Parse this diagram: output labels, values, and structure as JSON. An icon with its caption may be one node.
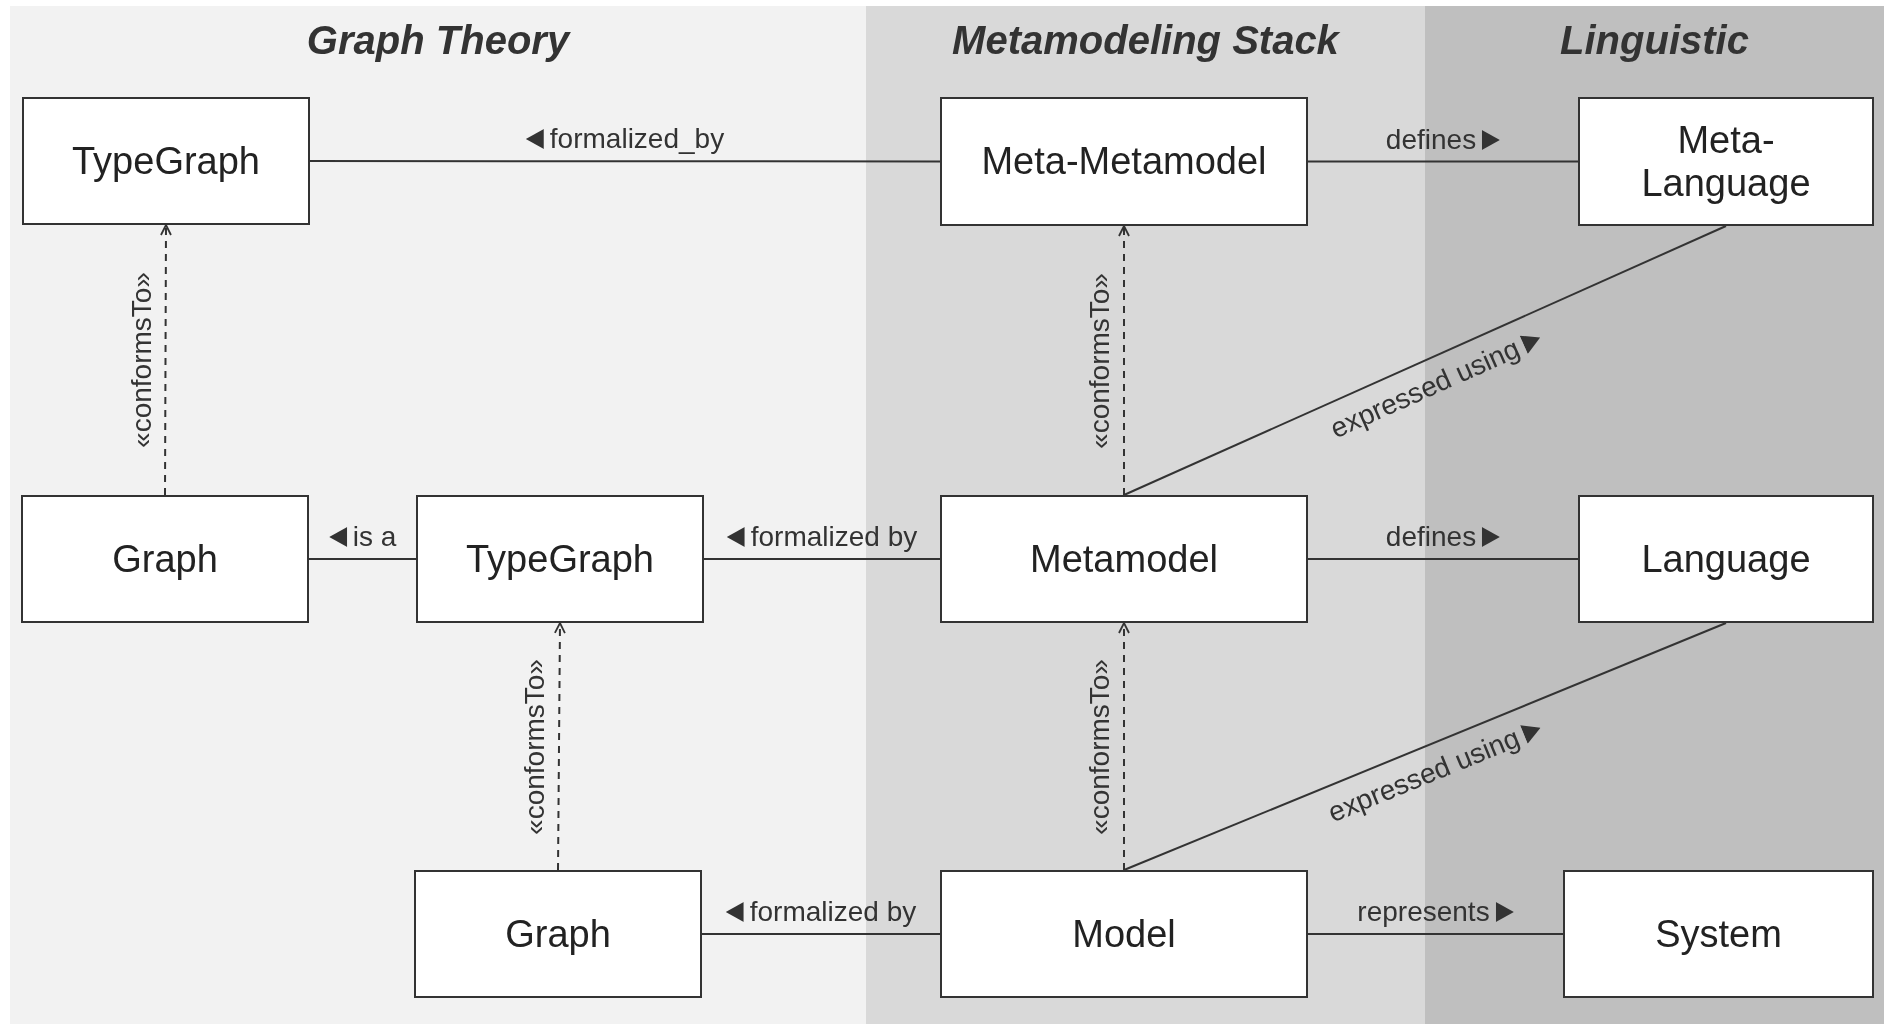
{
  "diagram": {
    "nodes": [
      {
        "text": [
          "Graph Theory"
        ]
      },
      {
        "text": [
          "Metamodeling Stack"
        ]
      },
      {
        "text": [
          "Linguistic"
        ]
      },
      {
        "text": [
          "TypeGraph"
        ],
        "in": 0
      },
      {
        "text": [
          "Meta-Metamodel"
        ],
        "in": 1
      },
      {
        "text": [
          "Meta-Language"
        ],
        "in": 2
      },
      {
        "text": [
          "Graph"
        ],
        "in": 0
      },
      {
        "text": [
          "TypeGraph"
        ],
        "in": 0
      },
      {
        "text": [
          "Metamodel"
        ],
        "in": 1
      },
      {
        "text": [
          "Language"
        ],
        "in": 2
      },
      {
        "text": [
          "Graph"
        ],
        "in": 0
      },
      {
        "text": [
          "Model"
        ],
        "in": 1
      },
      {
        "text": [
          "System"
        ],
        "in": 2
      }
    ],
    "edges": [
      {
        "from": 4,
        "to": 3,
        "arrow": "none",
        "label": "formalized_by"
      },
      {
        "from": 4,
        "to": 5,
        "arrow": "none",
        "label": "defines"
      },
      {
        "from": 6,
        "to": 3,
        "arrow": "to",
        "label": "«conformsTo»",
        "style": "dashed"
      },
      {
        "from": 7,
        "to": 6,
        "arrow": "none",
        "label": "is a"
      },
      {
        "from": 8,
        "to": 7,
        "arrow": "none",
        "label": "formalized by"
      },
      {
        "from": 8,
        "to": 4,
        "arrow": "to",
        "label": "«conformsTo»",
        "style": "dashed"
      },
      {
        "from": 8,
        "to": 5,
        "arrow": "none",
        "label": "expressed using"
      },
      {
        "from": 8,
        "to": 9,
        "arrow": "none",
        "label": "defines"
      },
      {
        "from": 10,
        "to": 7,
        "arrow": "to",
        "label": "«conformsTo»",
        "style": "dashed"
      },
      {
        "from": 11,
        "to": 10,
        "arrow": "none",
        "label": "formalized by"
      },
      {
        "from": 11,
        "to": 8,
        "arrow": "to",
        "label": "«conformsTo»",
        "style": "dashed"
      },
      {
        "from": 11,
        "to": 9,
        "arrow": "none",
        "label": "expressed using"
      },
      {
        "from": 11,
        "to": 12,
        "arrow": "none",
        "label": "represents"
      }
    ]
  }
}
